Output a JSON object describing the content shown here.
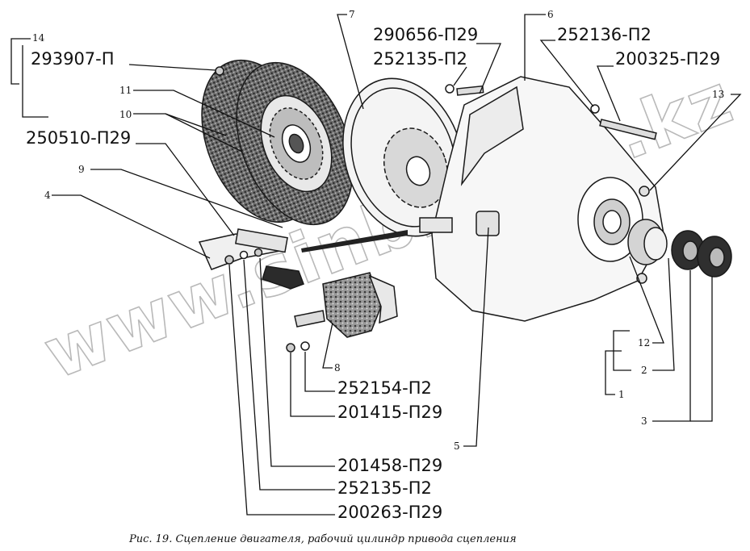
{
  "watermark": "www.sinbronto.kz",
  "caption": "Рис. 19. Сцепление двигателя, рабочий цилиндр привода сцепления",
  "part_numbers": {
    "p293907": "293907-П",
    "p250510": "250510-П29",
    "p290656": "290656-П29",
    "p252135_top": "252135-П2",
    "p252136": "252136-П2",
    "p200325": "200325-П29",
    "p252154": "252154-П2",
    "p201415": "201415-П29",
    "p201458": "201458-П29",
    "p252135_bottom": "252135-П2",
    "p200263": "200263-П29"
  },
  "callouts": {
    "c1": "1",
    "c2": "2",
    "c3": "3",
    "c4": "4",
    "c5": "5",
    "c6": "6",
    "c7": "7",
    "c8": "8",
    "c9": "9",
    "c10": "10",
    "c11": "11",
    "c12": "12",
    "c13": "13",
    "c14": "14"
  }
}
